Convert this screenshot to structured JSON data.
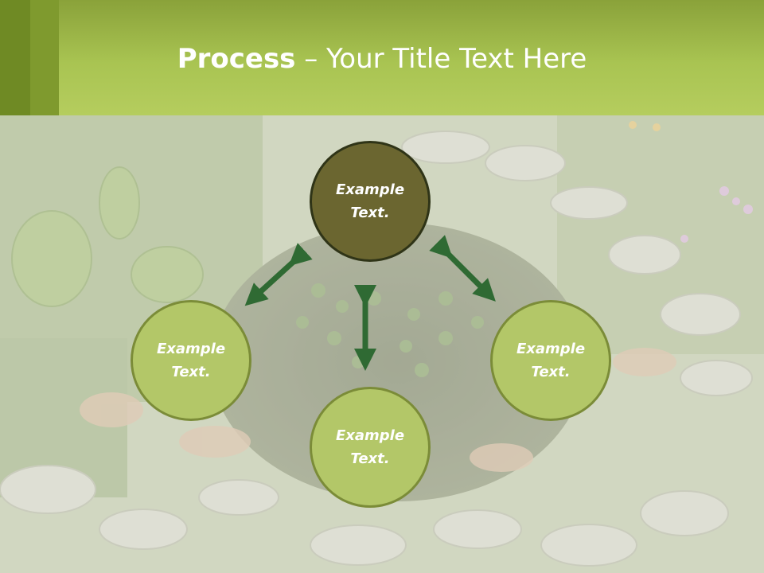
{
  "slide": {
    "title_bold": "Process",
    "title_rest": " – Your Title Text Here"
  },
  "nodes": {
    "top": "Example Text.",
    "left": "Example Text.",
    "bottom": "Example Text.",
    "right": "Example Text."
  },
  "colors": {
    "header": "#a9c452",
    "center_fill": "#6b6630",
    "leaf_fill": "#b3c768",
    "arrow": "#2f6a33"
  },
  "icons": [
    "double-arrow-icon"
  ]
}
